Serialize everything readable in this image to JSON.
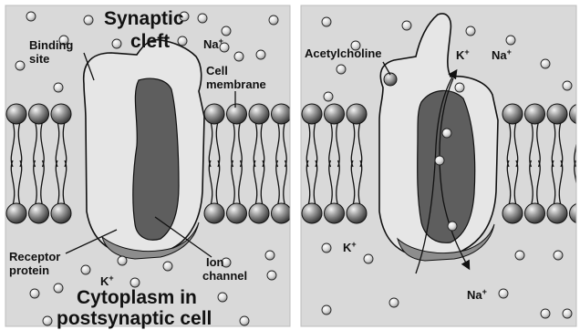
{
  "panels": [
    {
      "id": "closed",
      "labels": {
        "synaptic_cleft_line1": "Synaptic",
        "synaptic_cleft_line2": "cleft",
        "binding_site_line1": "Binding",
        "binding_site_line2": "site",
        "na_ion": "Na",
        "na_charge": "+",
        "cell_membrane_line1": "Cell",
        "cell_membrane_line2": "membrane",
        "receptor_protein_line1": "Receptor",
        "receptor_protein_line2": "protein",
        "k_ion": "K",
        "k_charge": "+",
        "ion_channel_line1": "Ion",
        "ion_channel_line2": "channel",
        "cytoplasm_line1": "Cytoplasm in",
        "cytoplasm_line2": "postsynaptic cell"
      }
    },
    {
      "id": "open",
      "labels": {
        "acetylcholine": "Acetylcholine",
        "k_ion_top": "K",
        "k_charge_top": "+",
        "na_ion_top": "Na",
        "na_charge_top": "+",
        "k_ion_bottom": "K",
        "k_charge_bottom": "+",
        "na_ion_bottom": "Na",
        "na_charge_bottom": "+"
      }
    }
  ],
  "colors": {
    "background": "#ffffff",
    "panel_fill": "#d9d9d9",
    "receptor_light": "#e6e6e6",
    "channel_dark": "#5e5e5e",
    "channel_mid": "#8d8d8d",
    "lipid_head": "#6e6e6e",
    "ion_fill": "#e8e8e8",
    "outline": "#111111"
  }
}
